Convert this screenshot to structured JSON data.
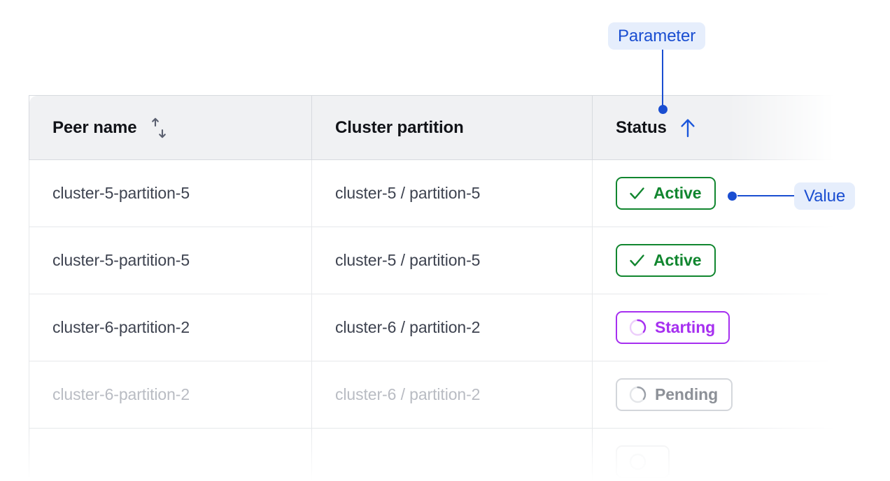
{
  "table": {
    "columns": [
      {
        "key": "peer_name",
        "label": "Peer name",
        "sort_icon": "sort-both-icon",
        "sorted": false
      },
      {
        "key": "cluster_partition",
        "label": "Cluster partition",
        "sort_icon": null,
        "sorted": false
      },
      {
        "key": "status",
        "label": "Status",
        "sort_icon": "arrow-up-icon",
        "sorted": true
      }
    ],
    "rows": [
      {
        "peer_name": "cluster-5-partition-5",
        "cluster_partition": "cluster-5 / partition-5",
        "status": {
          "label": "Active",
          "icon": "check-icon",
          "variant": "active"
        },
        "muted": false
      },
      {
        "peer_name": "cluster-5-partition-5",
        "cluster_partition": "cluster-5 / partition-5",
        "status": {
          "label": "Active",
          "icon": "check-icon",
          "variant": "active"
        },
        "muted": false
      },
      {
        "peer_name": "cluster-6-partition-2",
        "cluster_partition": "cluster-6 / partition-2",
        "status": {
          "label": "Starting",
          "icon": "spinner-icon",
          "variant": "starting"
        },
        "muted": false
      },
      {
        "peer_name": "cluster-6-partition-2",
        "cluster_partition": "cluster-6 / partition-2",
        "status": {
          "label": "Pending",
          "icon": "spinner-icon",
          "variant": "pending"
        },
        "muted": true
      },
      {
        "peer_name": "",
        "cluster_partition": "",
        "status": {
          "label": "",
          "icon": "spinner-icon",
          "variant": "ghost"
        },
        "muted": true
      }
    ]
  },
  "annotations": [
    {
      "id": "parameter",
      "label": "Parameter",
      "target": "status-column-header",
      "connector": "vertical"
    },
    {
      "id": "value",
      "label": "Value",
      "target": "status-badge-row-1",
      "connector": "horizontal"
    }
  ],
  "colors": {
    "annotation_blue": "#1a4ed1",
    "annotation_pill_bg": "#e6eefc",
    "header_bg": "#f0f1f3",
    "border": "#d7dadf",
    "row_border": "#e6e8eb",
    "text_primary": "#111318",
    "text_body": "#3e4350",
    "text_muted": "#b9bcc3",
    "status_active": "#11862f",
    "status_starting": "#a62ff0",
    "status_pending": "#9ba0a8",
    "sort_icon_gray": "#5b6070",
    "sort_icon_active": "#1a56db"
  }
}
